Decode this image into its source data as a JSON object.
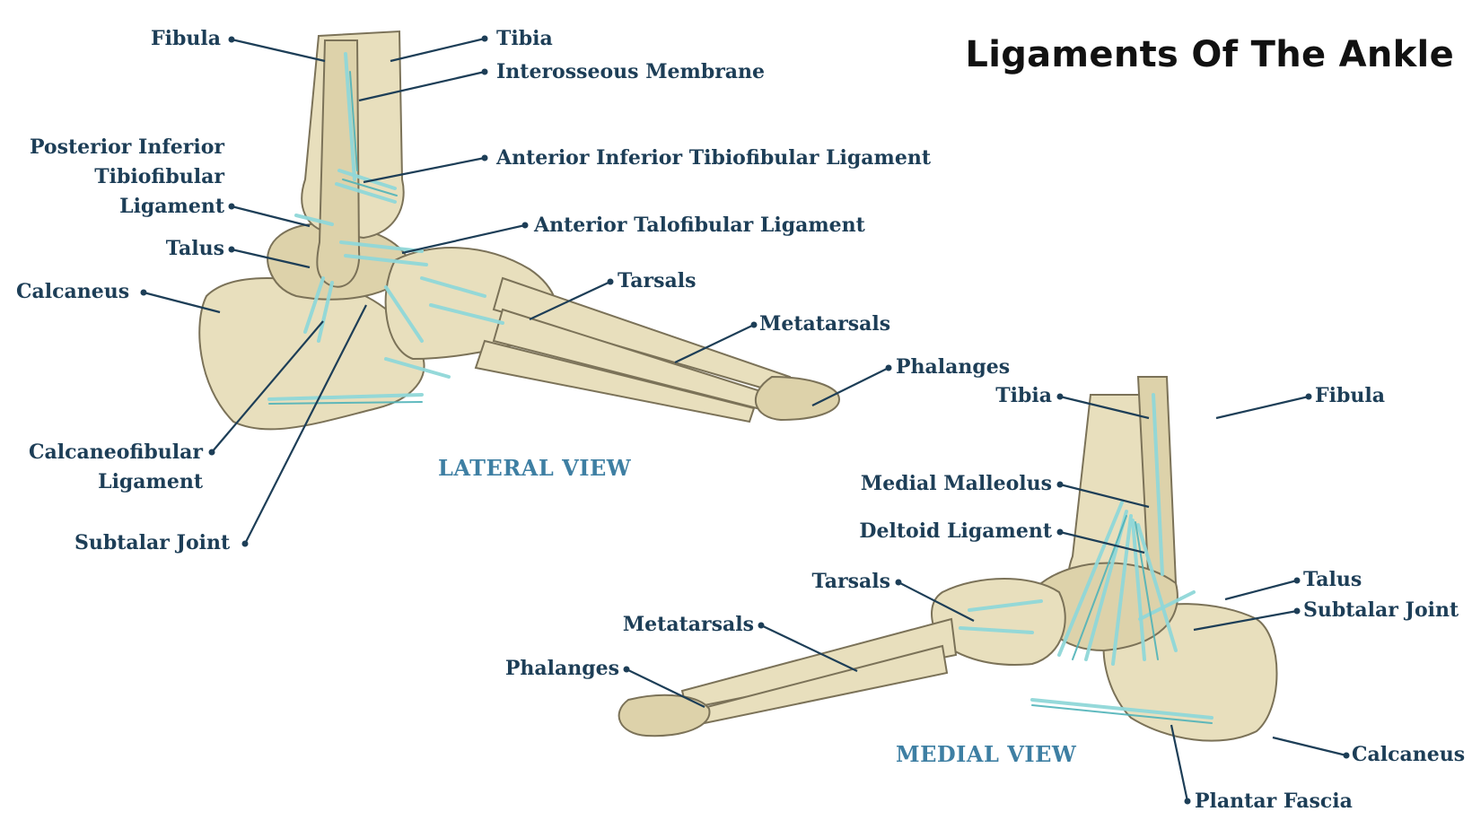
{
  "title": "Ligaments Of The Ankle",
  "views": {
    "lateral": "LATERAL VIEW",
    "medial": "MEDIAL VIEW"
  },
  "lateral_labels": {
    "fibula": "Fibula",
    "tibia": "Tibia",
    "interosseous_membrane": "Interosseous Membrane",
    "posterior_inferior_line1": "Posterior Inferior",
    "posterior_inferior_line2": "Tibiofibular",
    "posterior_inferior_line3": "Ligament",
    "anterior_inferior_tibiofibular": "Anterior Inferior Tibiofibular Ligament",
    "anterior_talofibular": "Anterior Talofibular Ligament",
    "talus": "Talus",
    "calcaneus": "Calcaneus",
    "tarsals": "Tarsals",
    "metatarsals": "Metatarsals",
    "phalanges": "Phalanges",
    "calcaneofibular_line1": "Calcaneofibular",
    "calcaneofibular_line2": "Ligament",
    "subtalar_joint": "Subtalar Joint"
  },
  "medial_labels": {
    "tibia": "Tibia",
    "fibula": "Fibula",
    "medial_malleolus": "Medial Malleolus",
    "deltoid_ligament": "Deltoid Ligament",
    "tarsals": "Tarsals",
    "talus": "Talus",
    "subtalar_joint": "Subtalar Joint",
    "metatarsals": "Metatarsals",
    "phalanges": "Phalanges",
    "calcaneus": "Calcaneus",
    "plantar_fascia": "Plantar Fascia"
  },
  "colors": {
    "label_text": "#1d3e57",
    "view_text": "#3e7fa3",
    "bone": "#e8dfbd",
    "ligament": "#8fd7d8",
    "title_text": "#111111"
  }
}
